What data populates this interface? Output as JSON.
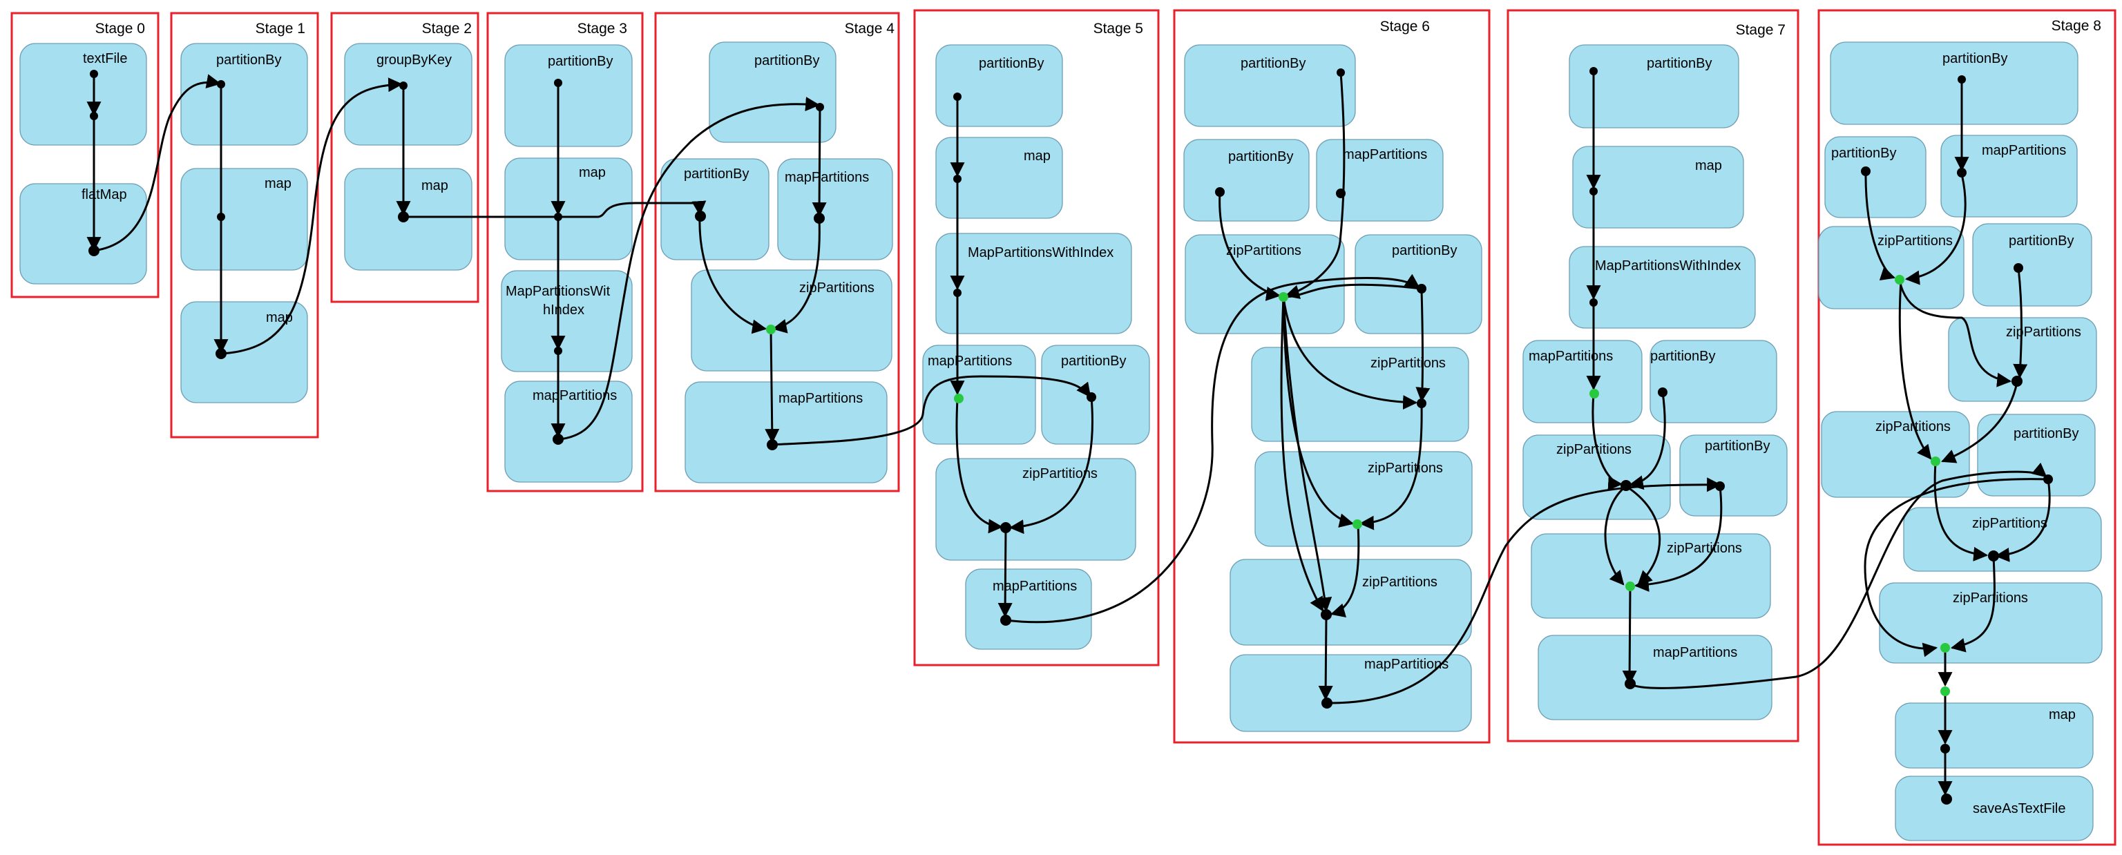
{
  "stages": [
    {
      "label": "Stage 0",
      "ops": [
        {
          "label": "textFile"
        },
        {
          "label": "flatMap"
        }
      ]
    },
    {
      "label": "Stage 1",
      "ops": [
        {
          "label": "partitionBy"
        },
        {
          "label": "map"
        },
        {
          "label": "map"
        }
      ]
    },
    {
      "label": "Stage 2",
      "ops": [
        {
          "label": "groupByKey"
        },
        {
          "label": "map"
        }
      ]
    },
    {
      "label": "Stage 3",
      "ops": [
        {
          "label": "partitionBy"
        },
        {
          "label": "map"
        },
        {
          "label": "MapPartitionsWit",
          "label2": "hIndex"
        },
        {
          "label": "mapPartitions"
        }
      ]
    },
    {
      "label": "Stage 4",
      "ops": [
        {
          "label": "partitionBy"
        },
        {
          "label": "partitionBy"
        },
        {
          "label": "mapPartitions"
        },
        {
          "label": "zipPartitions"
        },
        {
          "label": "mapPartitions"
        }
      ]
    },
    {
      "label": "Stage 5",
      "ops": [
        {
          "label": "partitionBy"
        },
        {
          "label": "map"
        },
        {
          "label": "MapPartitionsWithIndex"
        },
        {
          "label": "mapPartitions"
        },
        {
          "label": "partitionBy"
        },
        {
          "label": "zipPartitions"
        },
        {
          "label": "mapPartitions"
        }
      ]
    },
    {
      "label": "Stage 6",
      "ops": [
        {
          "label": "partitionBy"
        },
        {
          "label": "partitionBy"
        },
        {
          "label": "mapPartitions"
        },
        {
          "label": "zipPartitions"
        },
        {
          "label": "partitionBy"
        },
        {
          "label": "zipPartitions"
        },
        {
          "label": "zipPartitions"
        },
        {
          "label": "zipPartitions"
        },
        {
          "label": "mapPartitions"
        }
      ]
    },
    {
      "label": "Stage 7",
      "ops": [
        {
          "label": "partitionBy"
        },
        {
          "label": "map"
        },
        {
          "label": "MapPartitionsWithIndex"
        },
        {
          "label": "mapPartitions"
        },
        {
          "label": "partitionBy"
        },
        {
          "label": "zipPartitions"
        },
        {
          "label": "partitionBy"
        },
        {
          "label": "zipPartitions"
        },
        {
          "label": "mapPartitions"
        }
      ]
    },
    {
      "label": "Stage 8",
      "ops": [
        {
          "label": "partitionBy"
        },
        {
          "label": "partitionBy"
        },
        {
          "label": "mapPartitions"
        },
        {
          "label": "zipPartitions"
        },
        {
          "label": "partitionBy"
        },
        {
          "label": "zipPartitions"
        },
        {
          "label": "zipPartitions"
        },
        {
          "label": "partitionBy"
        },
        {
          "label": "zipPartitions"
        },
        {
          "label": "zipPartitions"
        },
        {
          "label": "map"
        },
        {
          "label": "saveAsTextFile"
        }
      ]
    }
  ],
  "colors": {
    "stage_border": "#e8212b",
    "operation_fill": "#a5dff0",
    "operation_border": "#6f9fb5",
    "edge": "#000000",
    "node": "#000000",
    "join_node": "#27c93f"
  }
}
